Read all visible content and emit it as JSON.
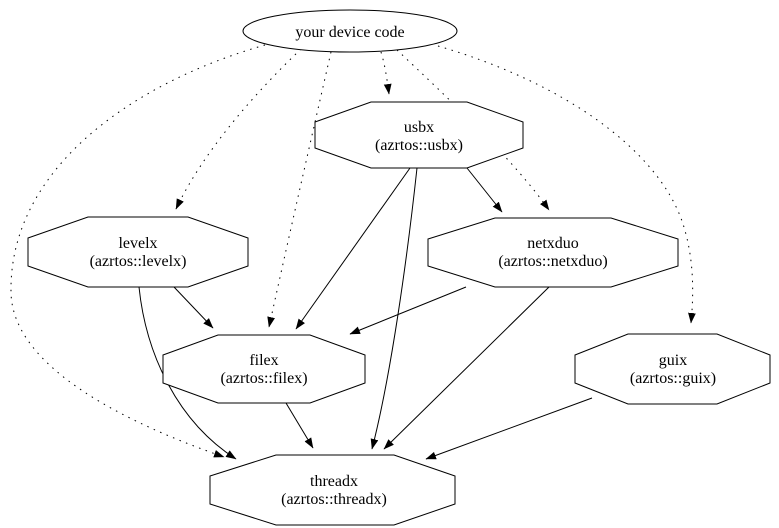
{
  "diagram": {
    "type": "dependency-graph",
    "background_color": "#ffffff",
    "line_color": "#000000",
    "nodes": {
      "device": {
        "label": "your device code",
        "shape": "ellipse"
      },
      "usbx": {
        "label": "usbx",
        "sublabel": "(azrtos::usbx)",
        "shape": "octagon"
      },
      "levelx": {
        "label": "levelx",
        "sublabel": "(azrtos::levelx)",
        "shape": "octagon"
      },
      "netxduo": {
        "label": "netxduo",
        "sublabel": "(azrtos::netxduo)",
        "shape": "octagon"
      },
      "filex": {
        "label": "filex",
        "sublabel": "(azrtos::filex)",
        "shape": "octagon"
      },
      "guix": {
        "label": "guix",
        "sublabel": "(azrtos::guix)",
        "shape": "octagon"
      },
      "threadx": {
        "label": "threadx",
        "sublabel": "(azrtos::threadx)",
        "shape": "octagon"
      }
    },
    "edges": [
      {
        "from": "your device code",
        "to": "usbx",
        "style": "dotted"
      },
      {
        "from": "your device code",
        "to": "levelx",
        "style": "dotted"
      },
      {
        "from": "your device code",
        "to": "netxduo",
        "style": "dotted"
      },
      {
        "from": "your device code",
        "to": "filex",
        "style": "dotted"
      },
      {
        "from": "your device code",
        "to": "guix",
        "style": "dotted"
      },
      {
        "from": "your device code",
        "to": "threadx",
        "style": "dotted"
      },
      {
        "from": "usbx",
        "to": "netxduo",
        "style": "solid"
      },
      {
        "from": "usbx",
        "to": "filex",
        "style": "solid"
      },
      {
        "from": "usbx",
        "to": "threadx",
        "style": "solid"
      },
      {
        "from": "levelx",
        "to": "filex",
        "style": "solid"
      },
      {
        "from": "levelx",
        "to": "threadx",
        "style": "solid"
      },
      {
        "from": "netxduo",
        "to": "filex",
        "style": "solid"
      },
      {
        "from": "netxduo",
        "to": "threadx",
        "style": "solid"
      },
      {
        "from": "filex",
        "to": "threadx",
        "style": "solid"
      },
      {
        "from": "guix",
        "to": "threadx",
        "style": "solid"
      }
    ]
  }
}
